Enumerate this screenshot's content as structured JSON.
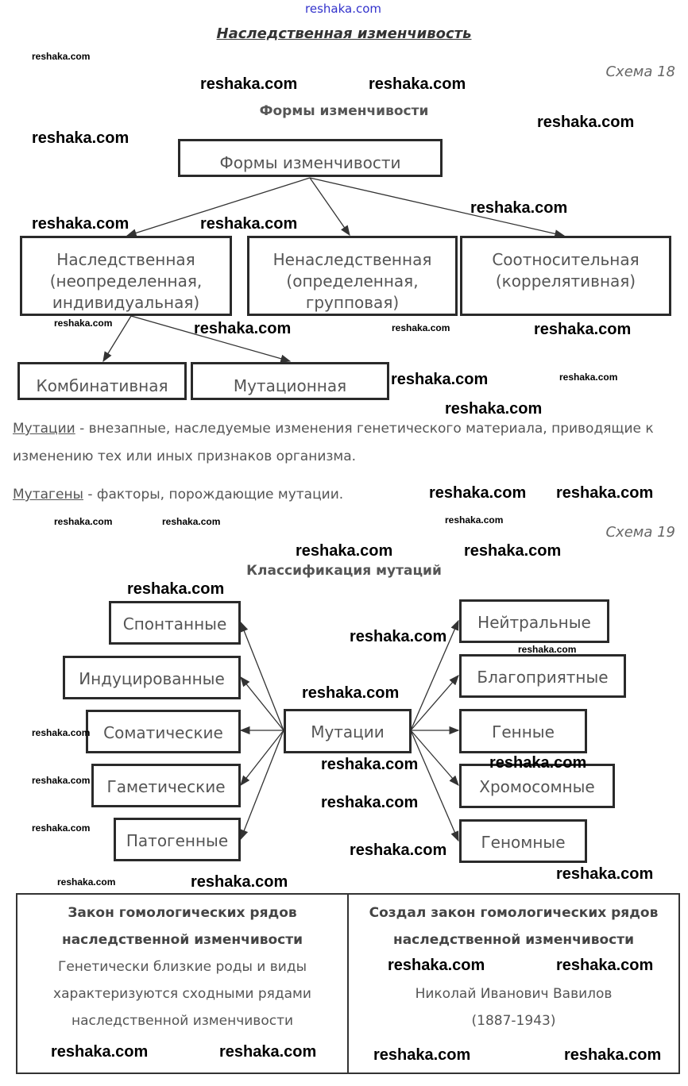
{
  "watermark": "reshaka.com",
  "header": {
    "site": "reshaka.com",
    "title": "Наследственная изменчивость"
  },
  "schema18": {
    "label": "Схема 18",
    "heading": "Формы изменчивости",
    "root": "Формы изменчивости",
    "forms": [
      {
        "name": "Наследственная",
        "sub": "(неопределенная,",
        "sub2": "индивидуальная)"
      },
      {
        "name": "Ненаследственная",
        "sub": "(определенная,",
        "sub2": "групповая)"
      },
      {
        "name": "Соотносительная",
        "sub": "(коррелятивная)",
        "sub2": ""
      }
    ],
    "hereditary_types": [
      "Комбинативная",
      "Мутационная"
    ]
  },
  "definitions": [
    {
      "term": "Мутации",
      "text": " - внезапные, наследуемые изменения генетического материала, приводящие к изменению тех или иных признаков организма."
    },
    {
      "term": "Мутагены",
      "text": " - факторы, порождающие мутации."
    }
  ],
  "schema19": {
    "label": "Схема 19",
    "heading": "Классификация мутаций",
    "center": "Мутации",
    "left": [
      "Спонтанные",
      "Индуцированные",
      "Соматические",
      "Гаметические",
      "Патогенные"
    ],
    "right": [
      "Нейтральные",
      "Благоприятные",
      "Генные",
      "Хромосомные",
      "Геномные"
    ]
  },
  "law_table": {
    "left_title1": "Закон гомологических рядов",
    "left_title2": "наследственной изменчивости",
    "left_text1": "Генетически близкие роды и виды",
    "left_text2": "характеризуются сходными рядами",
    "left_text3": "наследственной изменчивости",
    "right_title1": "Создал закон гомологических рядов",
    "right_title2": "наследственной изменчивости",
    "right_name": "Николай Иванович Вавилов",
    "right_years": "(1887-1943)"
  }
}
